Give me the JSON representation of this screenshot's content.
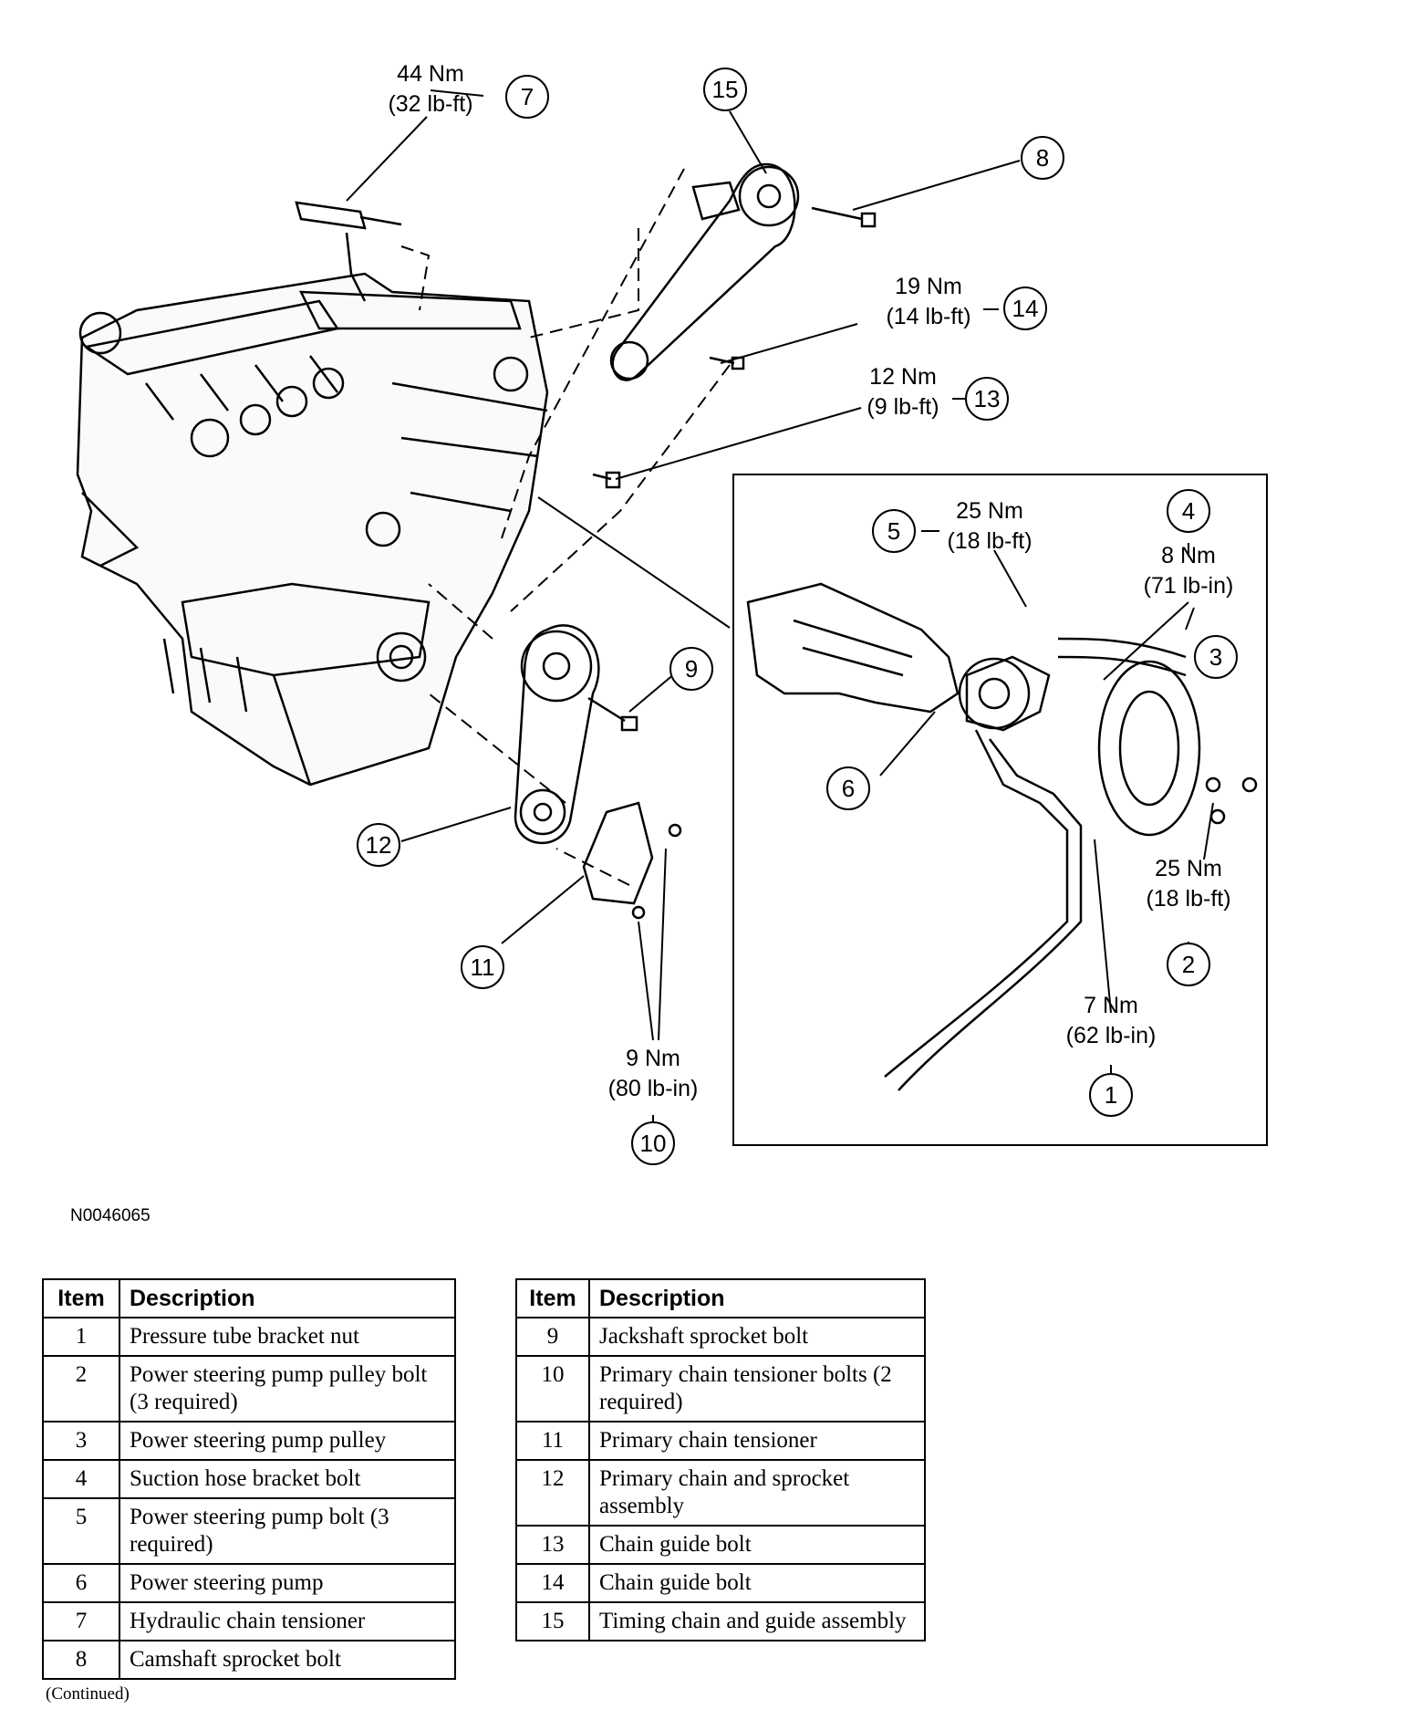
{
  "figure_id": "N0046065",
  "callouts": [
    {
      "num": "1",
      "torque": [
        "7 Nm",
        "(62 lb-in)"
      ]
    },
    {
      "num": "2",
      "torque": [
        "25 Nm",
        "(18 lb-ft)"
      ]
    },
    {
      "num": "3",
      "torque": []
    },
    {
      "num": "4",
      "torque": [
        "8 Nm",
        "(71 lb-in)"
      ]
    },
    {
      "num": "5",
      "torque": [
        "25 Nm",
        "(18 lb-ft)"
      ]
    },
    {
      "num": "6",
      "torque": []
    },
    {
      "num": "7",
      "torque": [
        "44 Nm",
        "(32 lb-ft)"
      ]
    },
    {
      "num": "8",
      "torque": []
    },
    {
      "num": "9",
      "torque": []
    },
    {
      "num": "10",
      "torque": [
        "9 Nm",
        "(80 lb-in)"
      ]
    },
    {
      "num": "11",
      "torque": []
    },
    {
      "num": "12",
      "torque": []
    },
    {
      "num": "13",
      "torque": [
        "12 Nm",
        "(9 lb-ft)"
      ]
    },
    {
      "num": "14",
      "torque": [
        "19 Nm",
        "(14 lb-ft)"
      ]
    },
    {
      "num": "15",
      "torque": []
    }
  ],
  "table": {
    "headers": {
      "item": "Item",
      "description": "Description"
    },
    "left_rows": [
      {
        "item": "1",
        "description": "Pressure tube bracket nut"
      },
      {
        "item": "2",
        "description": "Power steering pump pulley bolt (3 required)"
      },
      {
        "item": "3",
        "description": "Power steering pump pulley"
      },
      {
        "item": "4",
        "description": "Suction hose bracket bolt"
      },
      {
        "item": "5",
        "description": "Power steering pump bolt (3 required)"
      },
      {
        "item": "6",
        "description": "Power steering pump"
      },
      {
        "item": "7",
        "description": "Hydraulic chain tensioner"
      },
      {
        "item": "8",
        "description": "Camshaft sprocket bolt"
      }
    ],
    "right_rows": [
      {
        "item": "9",
        "description": "Jackshaft sprocket bolt"
      },
      {
        "item": "10",
        "description": "Primary chain tensioner bolts (2 required)"
      },
      {
        "item": "11",
        "description": "Primary chain tensioner"
      },
      {
        "item": "12",
        "description": "Primary chain and sprocket assembly"
      },
      {
        "item": "13",
        "description": "Chain guide bolt"
      },
      {
        "item": "14",
        "description": "Chain guide bolt"
      },
      {
        "item": "15",
        "description": "Timing chain and guide assembly"
      }
    ]
  },
  "continued_note": "(Continued)"
}
